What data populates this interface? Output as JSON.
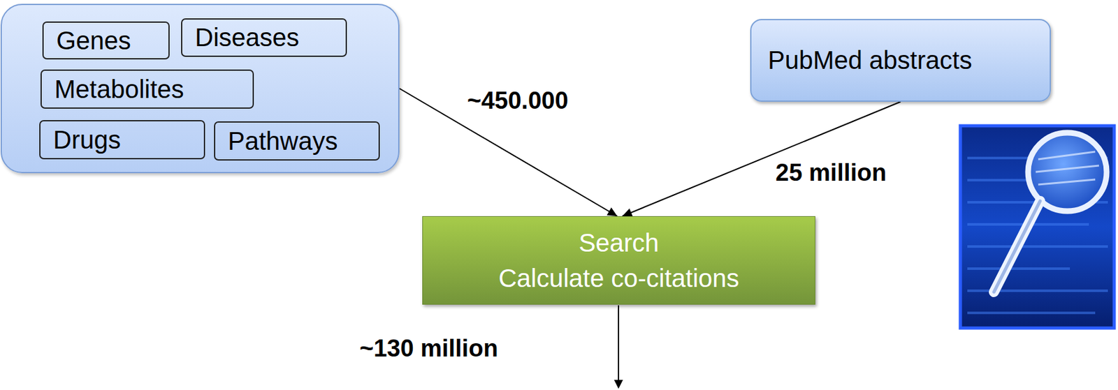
{
  "diagram": {
    "nodes": [
      {
        "text": []
      },
      {
        "text": [
          "Genes"
        ],
        "in": 0
      },
      {
        "text": [
          "Diseases"
        ],
        "in": 0
      },
      {
        "text": [
          "Metabolites"
        ],
        "in": 0
      },
      {
        "text": [
          "Drugs"
        ],
        "in": 0
      },
      {
        "text": [
          "Pathways"
        ],
        "in": 0
      },
      {
        "text": [
          "PubMed abstracts"
        ]
      },
      {
        "text": [
          "Search",
          "Calculate co-citations"
        ]
      }
    ],
    "edges": [
      {
        "from": 0,
        "to": 7,
        "arrow": "to",
        "label": "~450.000"
      },
      {
        "from": 6,
        "to": 7,
        "arrow": "to",
        "label": "25 million"
      }
    ],
    "labels": [
      "~130 million"
    ]
  }
}
